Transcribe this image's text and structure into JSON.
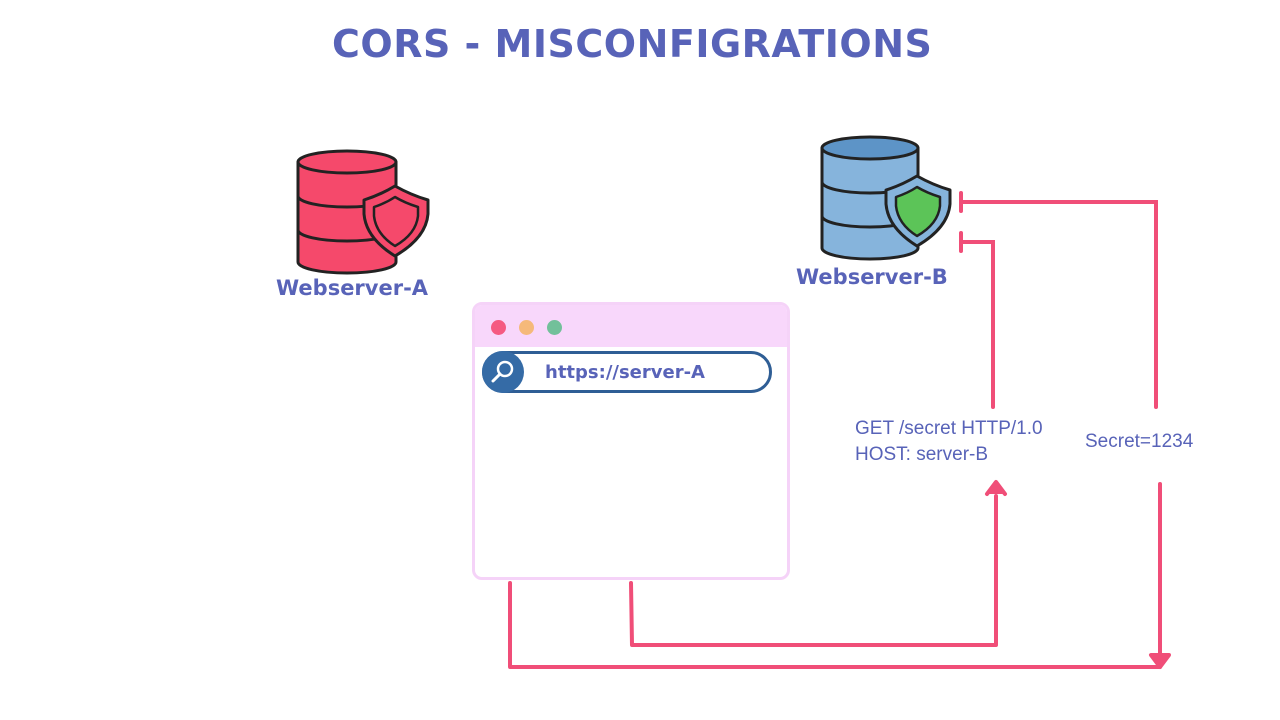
{
  "title": "CORS - MISCONFIGRATIONS",
  "servers": [
    {
      "label": "Webserver-A",
      "icon": "database-shield-icon",
      "body_color": "#f5496b",
      "shield_color": "#f5496b"
    },
    {
      "label": "Webserver-B",
      "icon": "database-shield-icon",
      "body_color": "#86b4dc",
      "shield_color": "#5cc458"
    }
  ],
  "browser": {
    "window_dots": [
      "#f55a82",
      "#f5b97a",
      "#72c09a"
    ],
    "url": "https://server-A",
    "icon": "search-icon"
  },
  "request": {
    "line1": "GET /secret HTTP/1.0",
    "line2": "HOST: server-B"
  },
  "response": {
    "text": "Secret=1234"
  },
  "colors": {
    "accent": "#5863b8",
    "arrow": "#f04e78"
  }
}
